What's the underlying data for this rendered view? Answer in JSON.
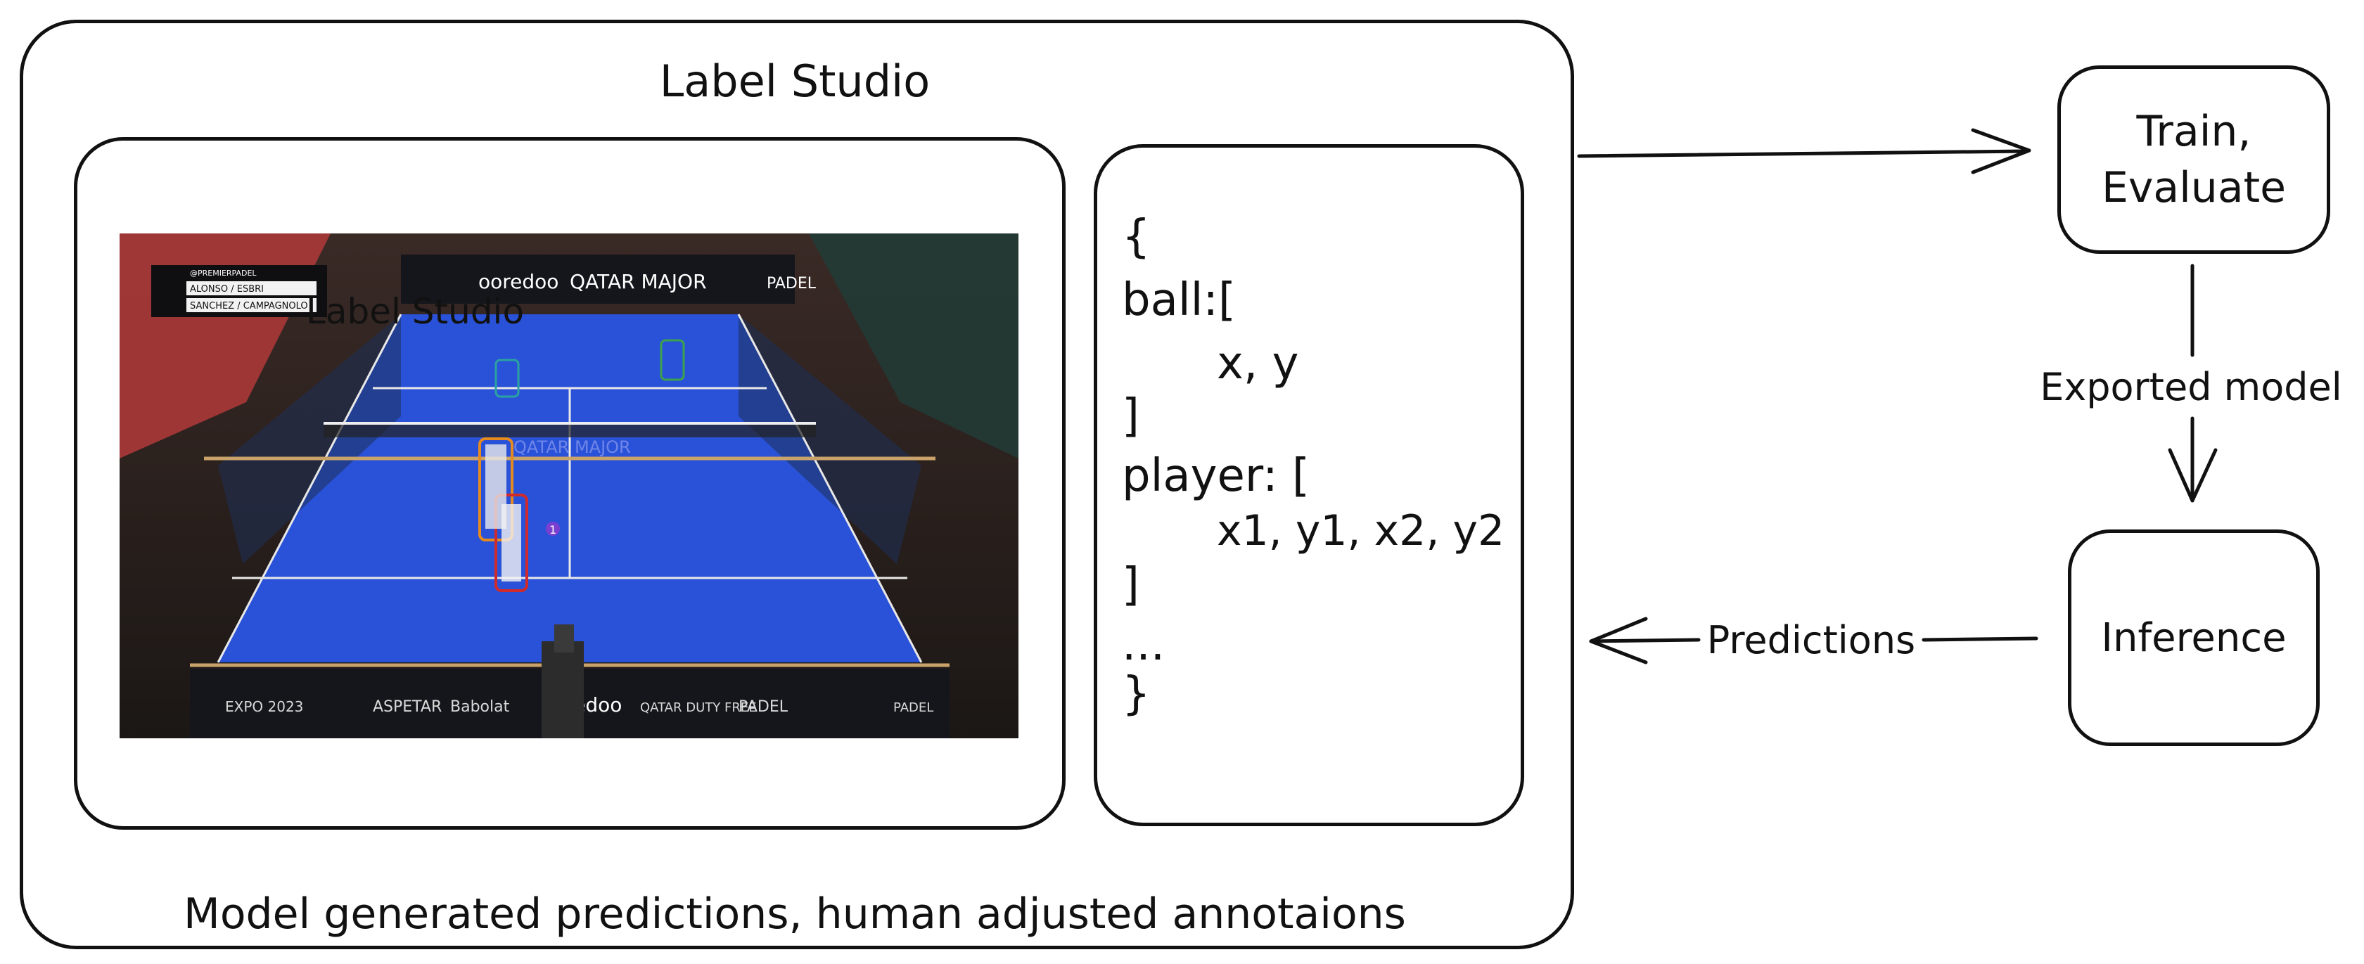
{
  "outer": {
    "title": "Label Studio",
    "footer": "Model generated predictions, human adjusted annotaions"
  },
  "screenshot": {
    "overlay_title": "Label Studio",
    "scoreboard": {
      "header": "@PREMIERPADEL",
      "team1": "ALONSO / ESBRI",
      "team2": "SANCHEZ / CAMPAGNOLO"
    },
    "banners": {
      "top_sponsor": "ooredoo",
      "top_event": "QATAR MAJOR",
      "top_right": "PADEL",
      "court_text": "QATAR MAJOR",
      "bottom": [
        "EXPO 2023",
        "ASPETAR",
        "Babolat",
        "ooredoo",
        "QATAR DUTY FREE",
        "PADEL",
        "PADEL"
      ]
    },
    "ball_label": "1",
    "colors": {
      "court": "#2a52d8",
      "bbox_orange": "#e58a1f",
      "bbox_red": "#d12a2a",
      "bbox_teal": "#2aa3a0",
      "bbox_green": "#3ca34b",
      "ball_marker": "#7a3fd1"
    }
  },
  "json_box": {
    "lines": [
      "{",
      "ball:[",
      "x, y",
      "]",
      "player: [",
      "x1, y1, x2, y2",
      "]",
      "...",
      "}"
    ]
  },
  "nodes": {
    "train": [
      "Train,",
      "Evaluate"
    ],
    "inference": "Inference"
  },
  "edges": {
    "exported_model": "Exported model",
    "predictions": "Predictions"
  }
}
